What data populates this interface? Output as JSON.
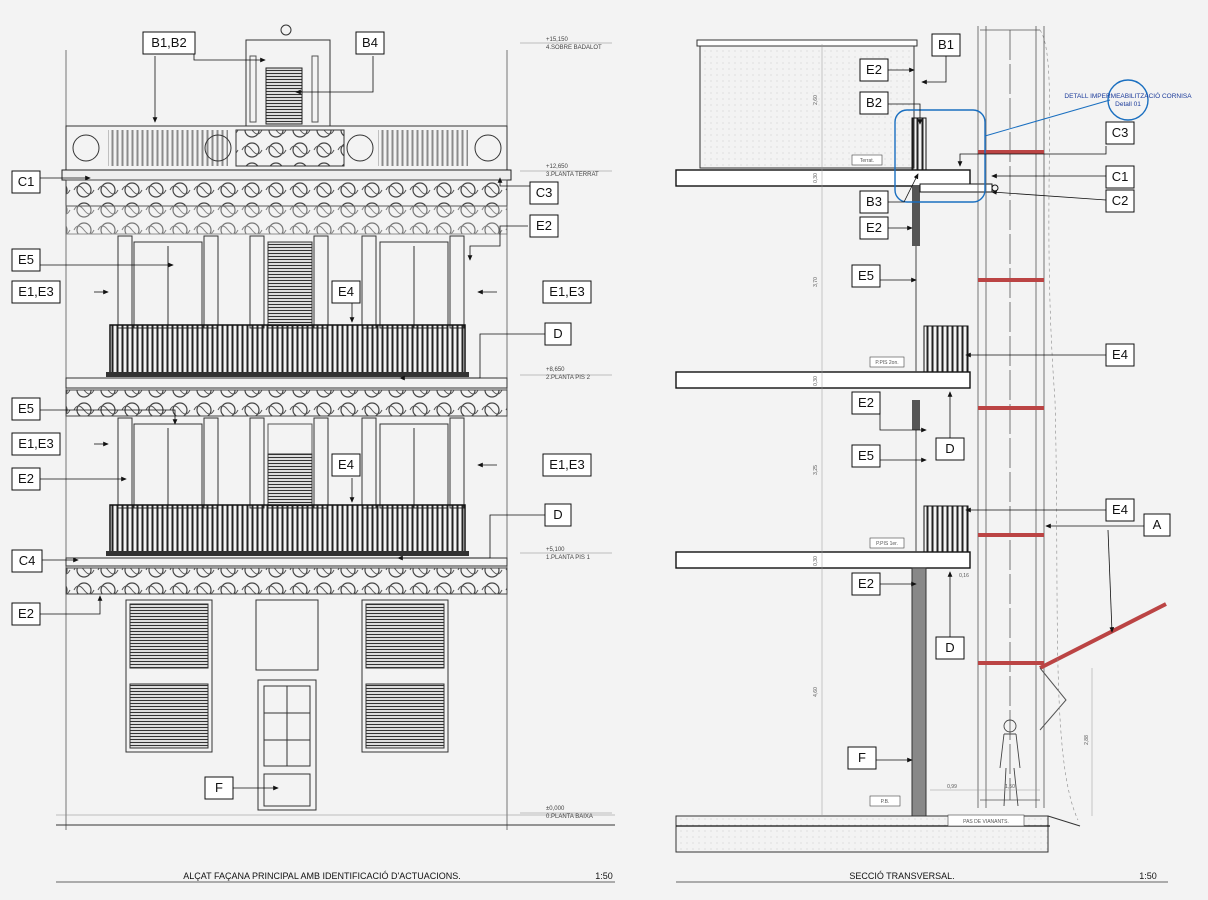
{
  "elevation": {
    "title": "ALÇAT FAÇANA PRINCIPAL AMB IDENTIFICACIÓ D'ACTUACIONS.",
    "scale": "1:50",
    "levels": [
      {
        "elev": "+15,150",
        "name": "4.SOBRE BADALOT"
      },
      {
        "elev": "+12,650",
        "name": "3.PLANTA TERRAT"
      },
      {
        "elev": "+8,650",
        "name": "2.PLANTA PIS 2"
      },
      {
        "elev": "+5,100",
        "name": "1.PLANTA PIS 1"
      },
      {
        "elev": "±0,000",
        "name": "0.PLANTA BAIXA"
      }
    ],
    "tags": {
      "b1b2": "B1,B2",
      "b4": "B4",
      "c1": "C1",
      "c3": "C3",
      "e2_top": "E2",
      "e5_1": "E5",
      "e1e3_l1": "E1,E3",
      "e4_1": "E4",
      "e1e3_r1": "E1,E3",
      "d_1": "D",
      "e5_2": "E5",
      "e1e3_l2": "E1,E3",
      "e2_mid": "E2",
      "e4_2": "E4",
      "e1e3_r2": "E1,E3",
      "d_2": "D",
      "c4": "C4",
      "e2_low": "E2",
      "f": "F"
    }
  },
  "section": {
    "title": "SECCIÓ TRANSVERSAL.",
    "scale": "1:50",
    "detail_title": "DETALL IMPERMEABILITZACIÓ CORNISA",
    "detail_sub": "Detall 01",
    "room_labels": {
      "terrat": "Terrat.",
      "pis2": "P.PIS 2on.",
      "pis1": "P.PIS 1er.",
      "pb": "P.B."
    },
    "pavement": "PAS DE VIANANTS.",
    "dims": {
      "d1": "2,60",
      "d2": "0,30",
      "d3": "3,70",
      "d4": "0,30",
      "d5": "3,25",
      "d6": "0,30",
      "d7": "4,60",
      "d8": "0,16",
      "d9": "2,88",
      "d10": "0,99",
      "d11": "1,50"
    },
    "tags": {
      "b1": "B1",
      "e2_a": "E2",
      "b2": "B2",
      "c3": "C3",
      "c1": "C1",
      "b3": "B3",
      "c2": "C2",
      "e2_b": "E2",
      "e5_a": "E5",
      "e4_a": "E4",
      "e2_c": "E2",
      "d_a": "D",
      "e5_b": "E5",
      "e4_b": "E4",
      "a": "A",
      "e2_d": "E2",
      "d_b": "D",
      "f": "F"
    }
  }
}
